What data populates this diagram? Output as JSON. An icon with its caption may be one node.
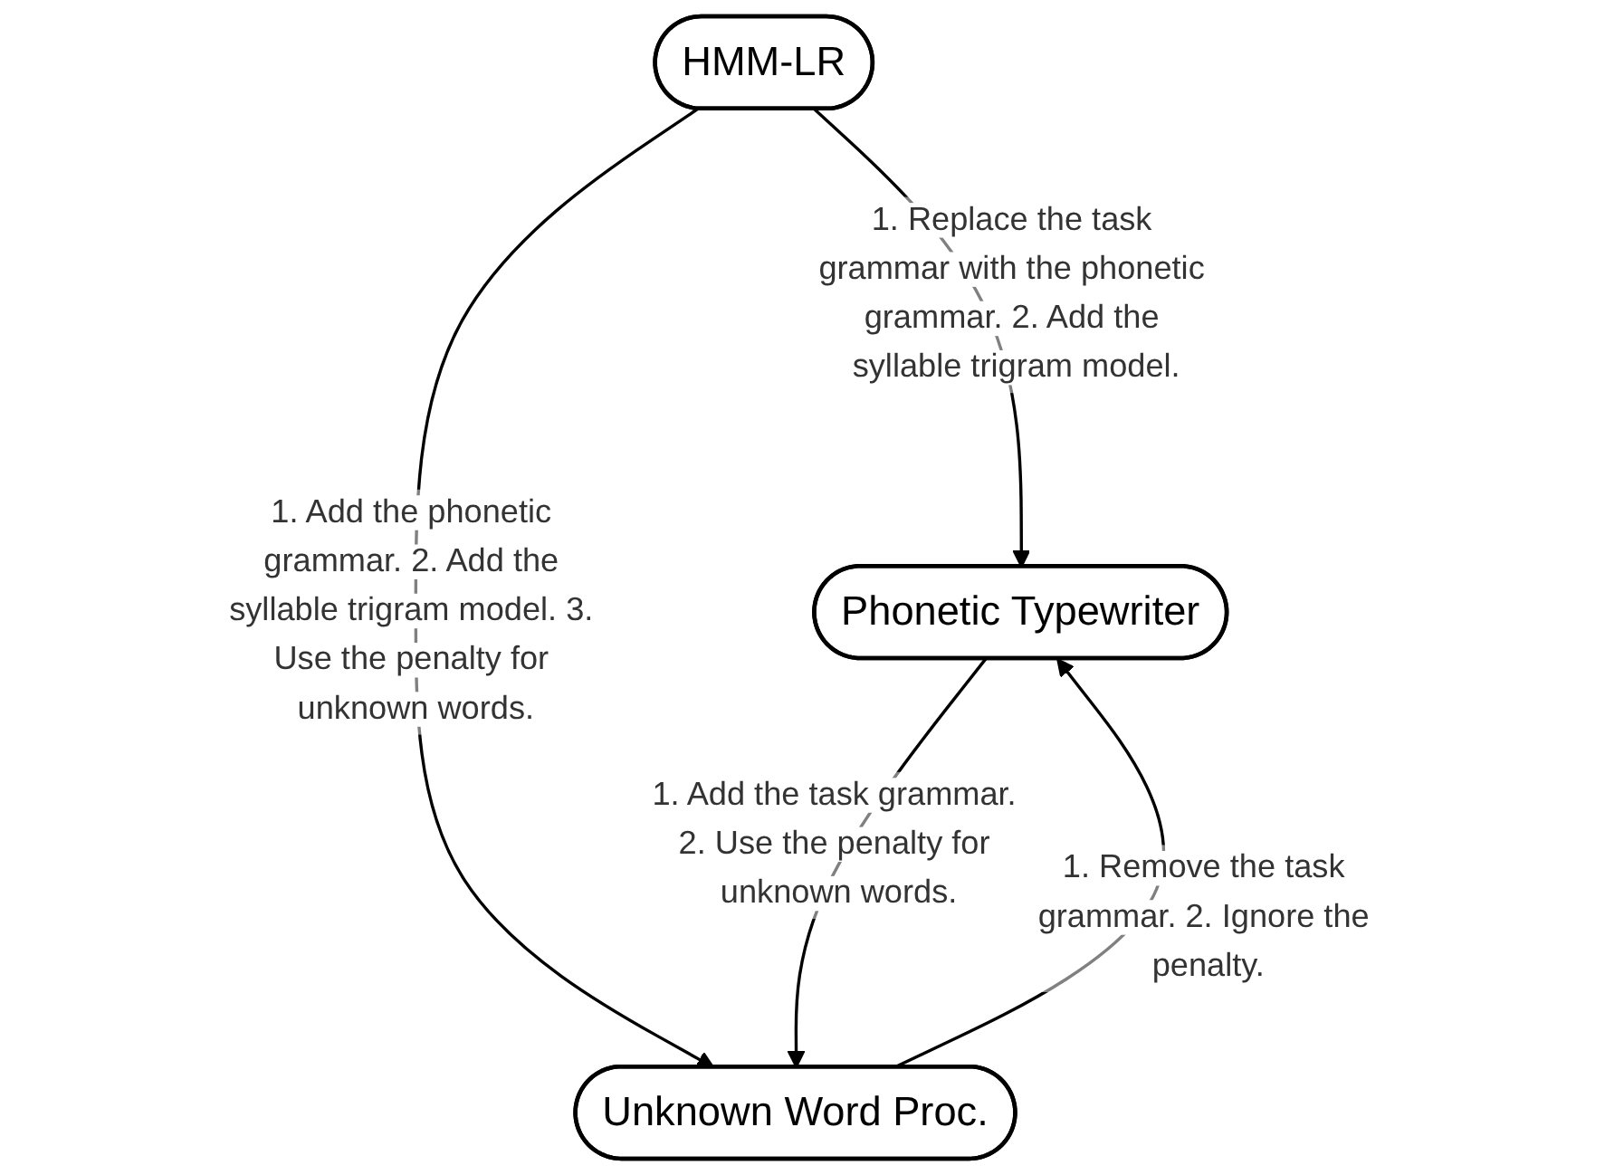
{
  "diagram": {
    "nodes": [
      {
        "text": [
          "HMM-LR"
        ]
      },
      {
        "text": [
          "Phonetic Typewriter"
        ]
      },
      {
        "text": [
          "Unknown Word Proc."
        ]
      }
    ],
    "edges": [
      {
        "from": 0,
        "to": 1,
        "arrow": "to",
        "label": "1. Replace the task grammar with the phonetic grammar. 2. Add the syllable trigram model."
      },
      {
        "from": 0,
        "to": 2,
        "arrow": "to",
        "label": "1. Add the phonetic grammar. 2. Add the syllable trigram model. 3. Use the penalty for unknown words."
      },
      {
        "from": 1,
        "to": 2,
        "arrow": "to",
        "label": "1. Add the task grammar. 2. Use the penalty for unknown words."
      },
      {
        "from": 2,
        "to": 1,
        "arrow": "to",
        "label": "1. Remove the task grammar. 2. Ignore the penalty."
      }
    ]
  }
}
